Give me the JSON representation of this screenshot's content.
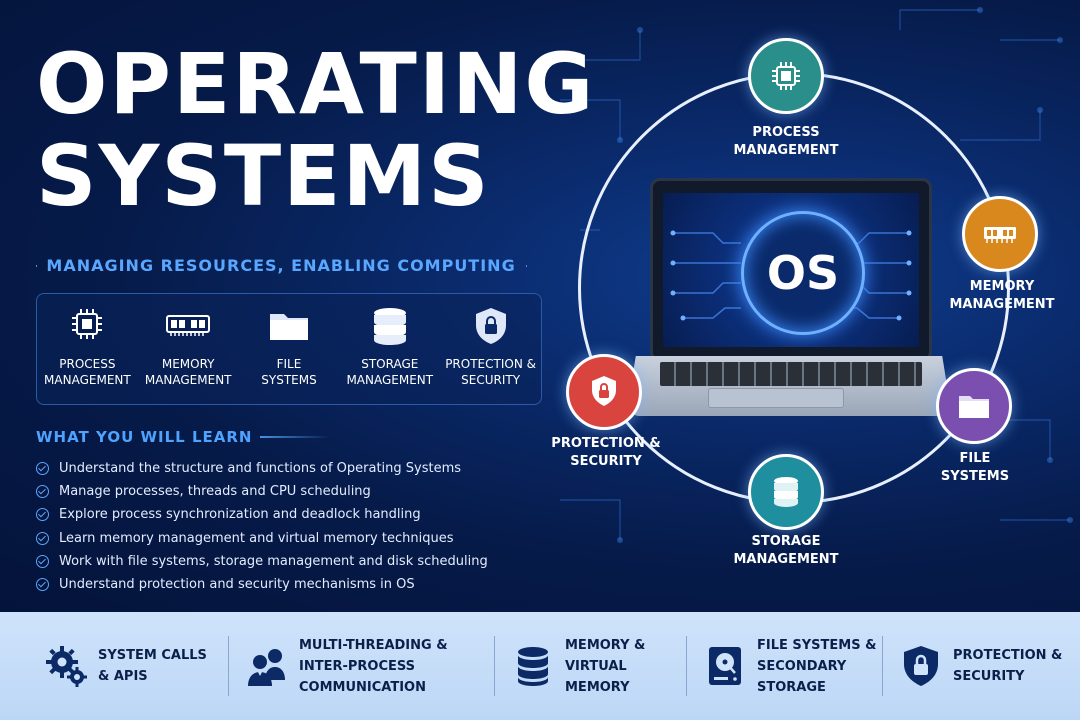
{
  "title": {
    "line1": "OPERATING",
    "line2": "SYSTEMS"
  },
  "subtitle": "MANAGING RESOURCES, ENABLING COMPUTING",
  "topics": [
    {
      "icon": "cpu-chip-icon",
      "label": "PROCESS\nMANAGEMENT"
    },
    {
      "icon": "memory-ram-icon",
      "label": "MEMORY\nMANAGEMENT"
    },
    {
      "icon": "folder-icon",
      "label": "FILE\nSYSTEMS"
    },
    {
      "icon": "database-icon",
      "label": "STORAGE\nMANAGEMENT"
    },
    {
      "icon": "shield-lock-icon",
      "label": "PROTECTION &\nSECURITY"
    }
  ],
  "learn": {
    "heading": "WHAT YOU WILL LEARN",
    "items": [
      "Understand the structure and functions of Operating Systems",
      "Manage processes, threads and CPU scheduling",
      "Explore process synchronization and deadlock handling",
      "Learn memory management and virtual memory techniques",
      "Work with file systems, storage management and disk scheduling",
      "Understand protection and security mechanisms in OS"
    ]
  },
  "diagram": {
    "center": "OS",
    "nodes": {
      "process": "PROCESS\nMANAGEMENT",
      "memory": "MEMORY\nMANAGEMENT",
      "file": "FILE\nSYSTEMS",
      "storage": "STORAGE\nMANAGEMENT",
      "protection": "PROTECTION &\nSECURITY"
    },
    "colors": {
      "process": "#2a8f8a",
      "memory": "#d9881e",
      "file": "#7a4fb0",
      "storage": "#1f8fa0",
      "protection": "#d9443e"
    }
  },
  "bottom": [
    {
      "icon": "gears-icon",
      "label": "SYSTEM CALLS\n& APIS"
    },
    {
      "icon": "users-icon",
      "label": "MULTI-THREADING &\nINTER-PROCESS COMMUNICATION"
    },
    {
      "icon": "database-icon",
      "label": "MEMORY & VIRTUAL\nMEMORY"
    },
    {
      "icon": "hard-drive-icon",
      "label": "FILE SYSTEMS &\nSECONDARY STORAGE"
    },
    {
      "icon": "shield-lock-icon",
      "label": "PROTECTION &\nSECURITY"
    }
  ]
}
